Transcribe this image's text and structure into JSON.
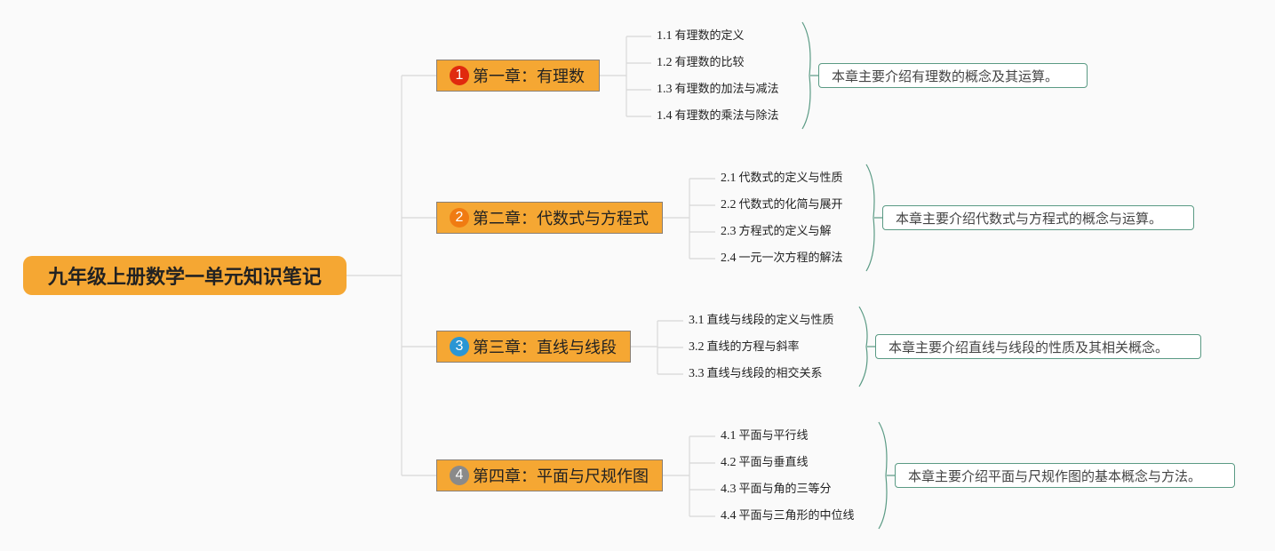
{
  "root": {
    "title": "九年级上册数学一单元知识笔记"
  },
  "chapters": [
    {
      "num": "1",
      "color": "#e02a0e",
      "label": "第一章：有理数",
      "summary": "本章主要介绍有理数的概念及其运算。",
      "sections": [
        {
          "num": "1.1",
          "text": "有理数的定义"
        },
        {
          "num": "1.2",
          "text": "有理数的比较"
        },
        {
          "num": "1.3",
          "text": "有理数的加法与减法"
        },
        {
          "num": "1.4",
          "text": "有理数的乘法与除法"
        }
      ]
    },
    {
      "num": "2",
      "color": "#f07b12",
      "label": "第二章：代数式与方程式",
      "summary": "本章主要介绍代数式与方程式的概念与运算。",
      "sections": [
        {
          "num": "2.1",
          "text": "代数式的定义与性质"
        },
        {
          "num": "2.2",
          "text": "代数式的化简与展开"
        },
        {
          "num": "2.3",
          "text": "方程式的定义与解"
        },
        {
          "num": "2.4",
          "text": "一元一次方程的解法"
        }
      ]
    },
    {
      "num": "3",
      "color": "#2a96d4",
      "label": "第三章：直线与线段",
      "summary": "本章主要介绍直线与线段的性质及其相关概念。",
      "sections": [
        {
          "num": "3.1",
          "text": "直线与线段的定义与性质"
        },
        {
          "num": "3.2",
          "text": "直线的方程与斜率"
        },
        {
          "num": "3.3",
          "text": "直线与线段的相交关系"
        }
      ]
    },
    {
      "num": "4",
      "color": "#8a8a8a",
      "label": "第四章：平面与尺规作图",
      "summary": "本章主要介绍平面与尺规作图的基本概念与方法。",
      "sections": [
        {
          "num": "4.1",
          "text": "平面与平行线"
        },
        {
          "num": "4.2",
          "text": "平面与垂直线"
        },
        {
          "num": "4.3",
          "text": "平面与角的三等分"
        },
        {
          "num": "4.4",
          "text": "平面与三角形的中位线"
        }
      ]
    }
  ]
}
